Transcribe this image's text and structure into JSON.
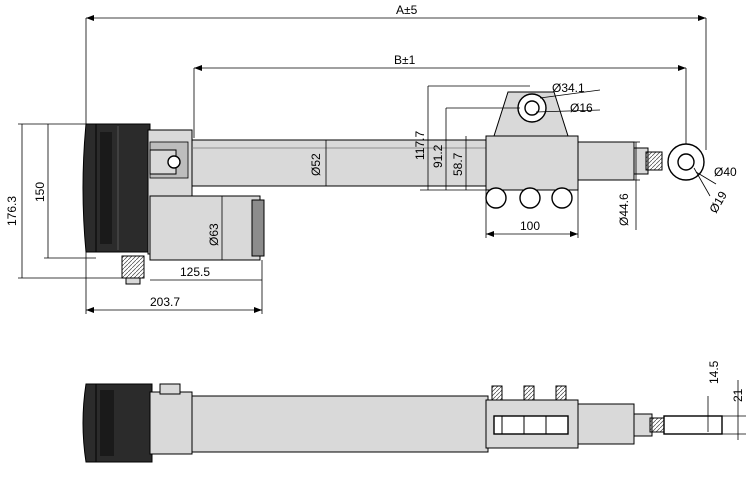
{
  "diagram": {
    "dimensions": {
      "a": "A±5",
      "b": "B±1",
      "d34": "Ø34.1",
      "d16": "Ø16",
      "h117": "117.7",
      "h91": "91.2",
      "h58": "58.7",
      "d52": "Ø52",
      "h176": "176.3",
      "h150": "150",
      "d63": "Ø63",
      "w125": "125.5",
      "w203": "203.7",
      "w100": "100",
      "d44": "Ø44.6",
      "d40": "Ø40",
      "d19": "Ø19",
      "h14": "14.5",
      "h21": "21"
    }
  }
}
